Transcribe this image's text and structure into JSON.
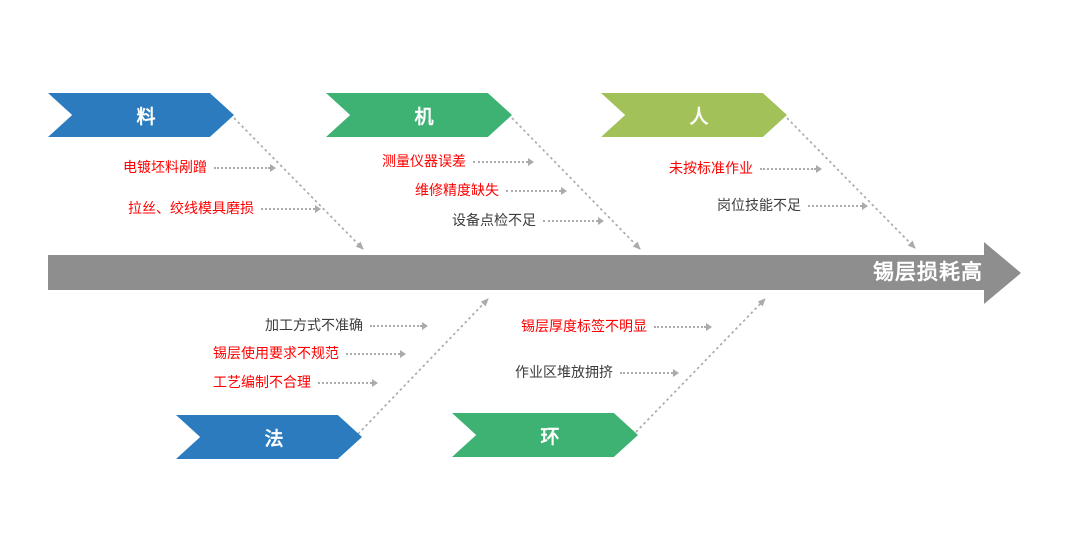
{
  "effect": {
    "label": "锡层损耗高"
  },
  "colors": {
    "category_blue": "#2B7BBE",
    "category_green": "#3DB273",
    "category_olive": "#A3C159",
    "spine_gray": "#8E8E8E",
    "cause_red": "#FF0000",
    "cause_black": "#3C3C3C",
    "dotted_line_gray": "#ABABAB",
    "background": "#FFFFFF"
  },
  "branches": [
    {
      "id": "liao",
      "label": "料",
      "color": "#2B7BBE",
      "side": "top",
      "causes": [
        {
          "text": "电镀坯料剐蹭",
          "color": "#FF0000"
        },
        {
          "text": "拉丝、绞线模具磨损",
          "color": "#FF0000"
        }
      ]
    },
    {
      "id": "ji",
      "label": "机",
      "color": "#3DB273",
      "side": "top",
      "causes": [
        {
          "text": "测量仪器误差",
          "color": "#FF0000"
        },
        {
          "text": "维修精度缺失",
          "color": "#FF0000"
        },
        {
          "text": "设备点检不足",
          "color": "#3C3C3C"
        }
      ]
    },
    {
      "id": "ren",
      "label": "人",
      "color": "#A3C159",
      "side": "top",
      "causes": [
        {
          "text": "未按标准作业",
          "color": "#FF0000"
        },
        {
          "text": "岗位技能不足",
          "color": "#3C3C3C"
        }
      ]
    },
    {
      "id": "fa",
      "label": "法",
      "color": "#2B7BBE",
      "side": "bottom",
      "causes": [
        {
          "text": "加工方式不准确",
          "color": "#3C3C3C"
        },
        {
          "text": "锡层使用要求不规范",
          "color": "#FF0000"
        },
        {
          "text": "工艺编制不合理",
          "color": "#FF0000"
        }
      ]
    },
    {
      "id": "huan",
      "label": "环",
      "color": "#3DB273",
      "side": "bottom",
      "causes": [
        {
          "text": "锡层厚度标签不明显",
          "color": "#FF0000"
        },
        {
          "text": "作业区堆放拥挤",
          "color": "#3C3C3C"
        }
      ]
    }
  ]
}
